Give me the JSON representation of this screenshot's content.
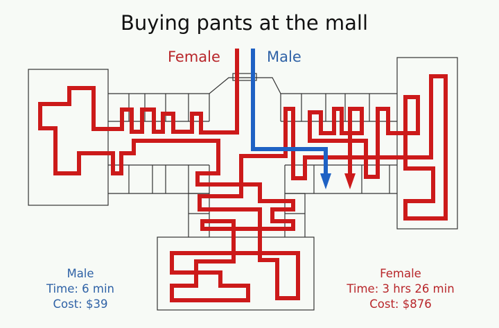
{
  "title": "Buying pants at the mall",
  "legend": {
    "female": "Female",
    "male": "Male"
  },
  "male_stats": {
    "label": "Male",
    "time": "Time: 6 min",
    "cost": "Cost: $39"
  },
  "female_stats": {
    "label": "Female",
    "time": "Time: 3 hrs 26 min",
    "cost": "Cost: $876"
  },
  "colors": {
    "female": "#cc1a1a",
    "male": "#1f62c4",
    "walls": "#333333",
    "background": "#f7faf6"
  }
}
